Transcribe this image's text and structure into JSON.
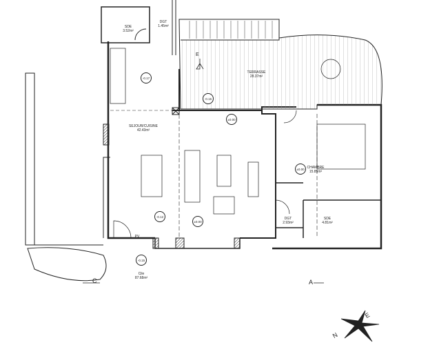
{
  "rooms": [
    {
      "name": "SDE",
      "area": "3.52m²"
    },
    {
      "name": "DGT",
      "area": "1.45m²"
    },
    {
      "name": "TERRASSE",
      "area": "28.37m²"
    },
    {
      "name": "SEJOUR/CUISINE",
      "area": "42.43m²"
    },
    {
      "name": "CHAMBRE",
      "area": "15.85m²"
    },
    {
      "name": "DGT",
      "area": "2.93m²"
    },
    {
      "name": "SDE",
      "area": "4.81m²"
    },
    {
      "name": "Cile",
      "area": "87.68m²"
    }
  ],
  "levels": [
    "-0.17",
    "-0.15",
    "±0.00",
    "±0.00",
    "-0.12",
    "±0.00",
    "-0.15"
  ],
  "door_label": "PV",
  "section_marks": {
    "a": "A",
    "c": "C",
    "e": "E"
  },
  "compass": {
    "n": "N",
    "e": "E"
  }
}
